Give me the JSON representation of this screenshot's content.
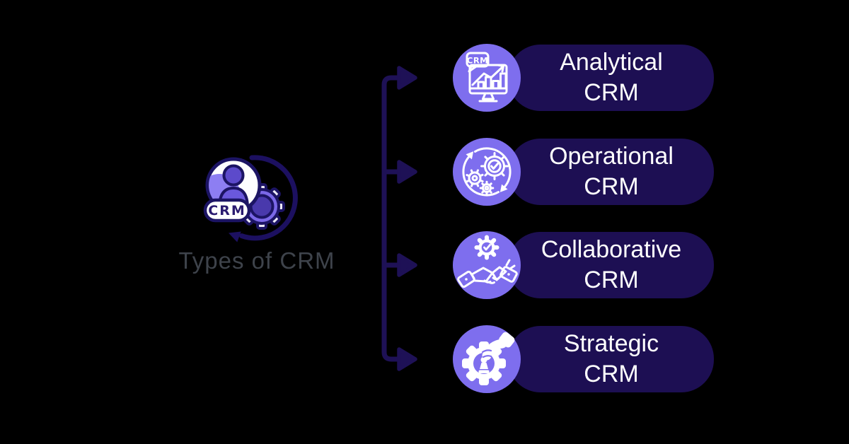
{
  "title": "Types of CRM",
  "colors": {
    "background": "#000000",
    "pill_bg": "#1d0f53",
    "icon_circle_bg": "#7e6eee",
    "connector": "#1e1156",
    "pill_text": "#ffffff",
    "center_label_text": "#3e434b",
    "icon_outline": "#1c1464",
    "icon_art": "#ffffff"
  },
  "center": {
    "label": "Types of CRM",
    "badge_label": "CRM",
    "icon": "crm-person-gear-icon"
  },
  "connector": {
    "shape": "vertical-spine-with-four-right-arrowheads"
  },
  "items": [
    {
      "line1": "Analytical",
      "line2": "CRM",
      "icon": "monitor-bar-chart-icon",
      "bubble_label": "CRM"
    },
    {
      "line1": "Operational",
      "line2": "CRM",
      "icon": "gears-cycle-icon"
    },
    {
      "line1": "Collaborative",
      "line2": "CRM",
      "icon": "gear-check-handshake-icon"
    },
    {
      "line1": "Strategic",
      "line2": "CRM",
      "icon": "hand-chess-pawn-gear-icon"
    }
  ]
}
